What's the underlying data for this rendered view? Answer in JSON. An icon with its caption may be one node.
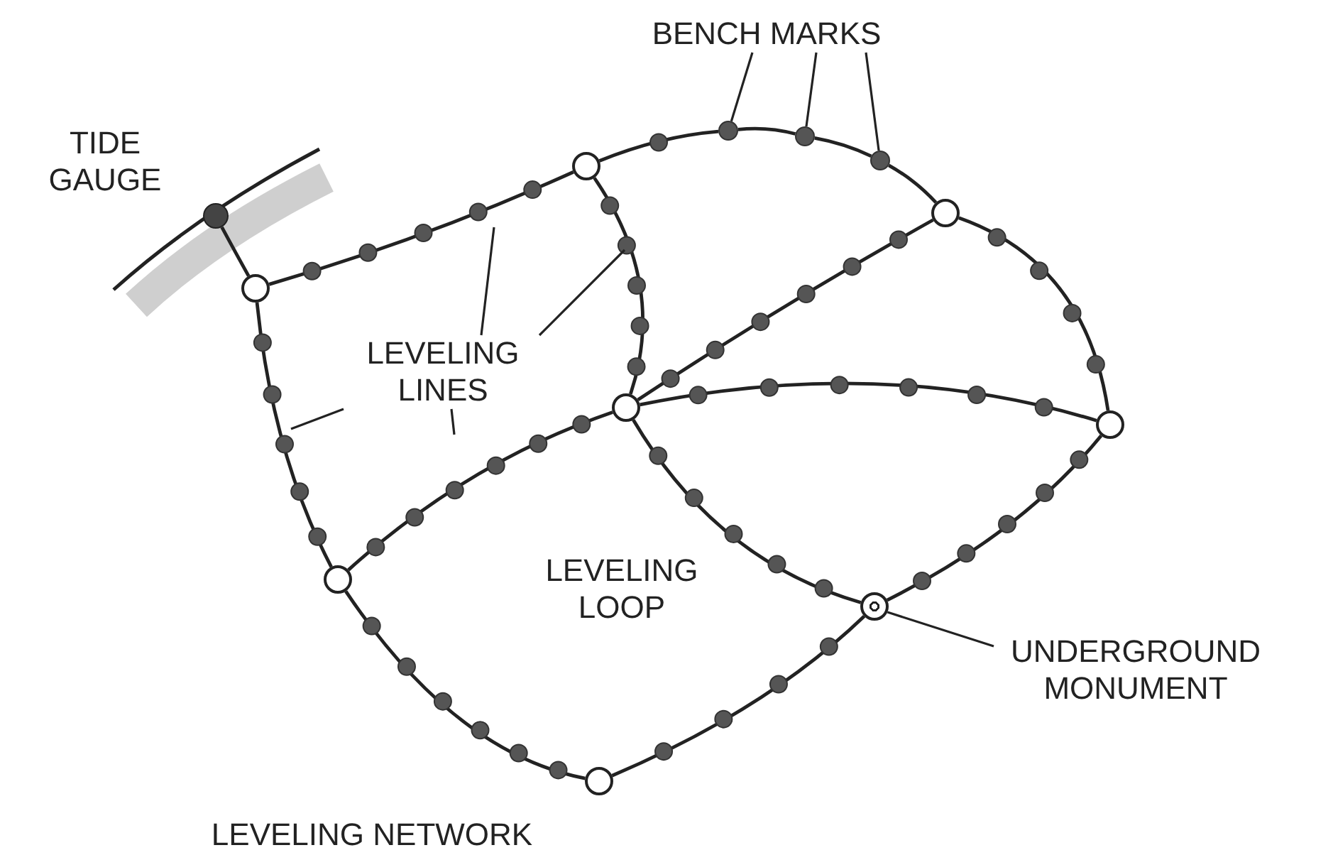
{
  "diagram": {
    "caption": "LEVELING NETWORK",
    "nodes": [
      {
        "text": [
          "BENCH MARKS"
        ]
      },
      {
        "text": [],
        "shape": "circle",
        "beside": [
          "TIDE GAUGE"
        ]
      },
      {
        "text": [],
        "shape": "circle"
      },
      {
        "text": [],
        "shape": "circle"
      },
      {
        "text": [],
        "shape": "circle"
      },
      {
        "text": [],
        "shape": "circle"
      },
      {
        "text": [],
        "shape": "circle"
      },
      {
        "text": [],
        "shape": "circle"
      },
      {
        "text": [
          "LEVELING LINES"
        ]
      },
      {
        "text": [],
        "shape": "circle"
      },
      {
        "text": [],
        "shape": "circle"
      },
      {
        "text": [],
        "shape": "circle"
      },
      {
        "text": [],
        "shape": "circle"
      },
      {
        "text": [
          "UNDERGROUND MONUMENT"
        ]
      },
      {
        "text": [],
        "shape": "circle"
      }
    ],
    "edges": [
      {
        "from": 1,
        "to": 7,
        "arrow": "none"
      },
      {
        "from": 2,
        "to": 3,
        "arrow": "none"
      },
      {
        "from": 3,
        "to": 4,
        "arrow": "none"
      },
      {
        "from": 4,
        "to": 5,
        "arrow": "none"
      },
      {
        "from": 5,
        "to": 6,
        "arrow": "none"
      },
      {
        "from": 7,
        "to": 2,
        "arrow": "none"
      },
      {
        "from": 2,
        "to": 9,
        "arrow": "none"
      },
      {
        "from": 6,
        "to": 9,
        "arrow": "none"
      },
      {
        "from": 6,
        "to": 10,
        "arrow": "none"
      },
      {
        "from": 9,
        "to": 10,
        "arrow": "none"
      },
      {
        "from": 7,
        "to": 11,
        "arrow": "none"
      },
      {
        "from": 11,
        "to": 9,
        "arrow": "none"
      },
      {
        "from": 9,
        "to": 12,
        "arrow": "none"
      },
      {
        "from": 11,
        "to": 14,
        "arrow": "none"
      },
      {
        "from": 14,
        "to": 12,
        "arrow": "none"
      },
      {
        "from": 12,
        "to": 10,
        "arrow": "none"
      },
      {
        "from": 0,
        "to": 3,
        "arrow": "none"
      },
      {
        "from": 0,
        "to": 4,
        "arrow": "none"
      },
      {
        "from": 0,
        "to": 5,
        "arrow": "none"
      },
      {
        "from": 8,
        "to": null,
        "arrow": "none"
      },
      {
        "from": 8,
        "to": null,
        "arrow": "none"
      },
      {
        "from": 8,
        "to": null,
        "arrow": "none"
      },
      {
        "from": 8,
        "to": null,
        "arrow": "none"
      },
      {
        "from": 13,
        "to": 12,
        "arrow": "none"
      }
    ],
    "labels": [
      "LEVELING LOOP"
    ]
  }
}
